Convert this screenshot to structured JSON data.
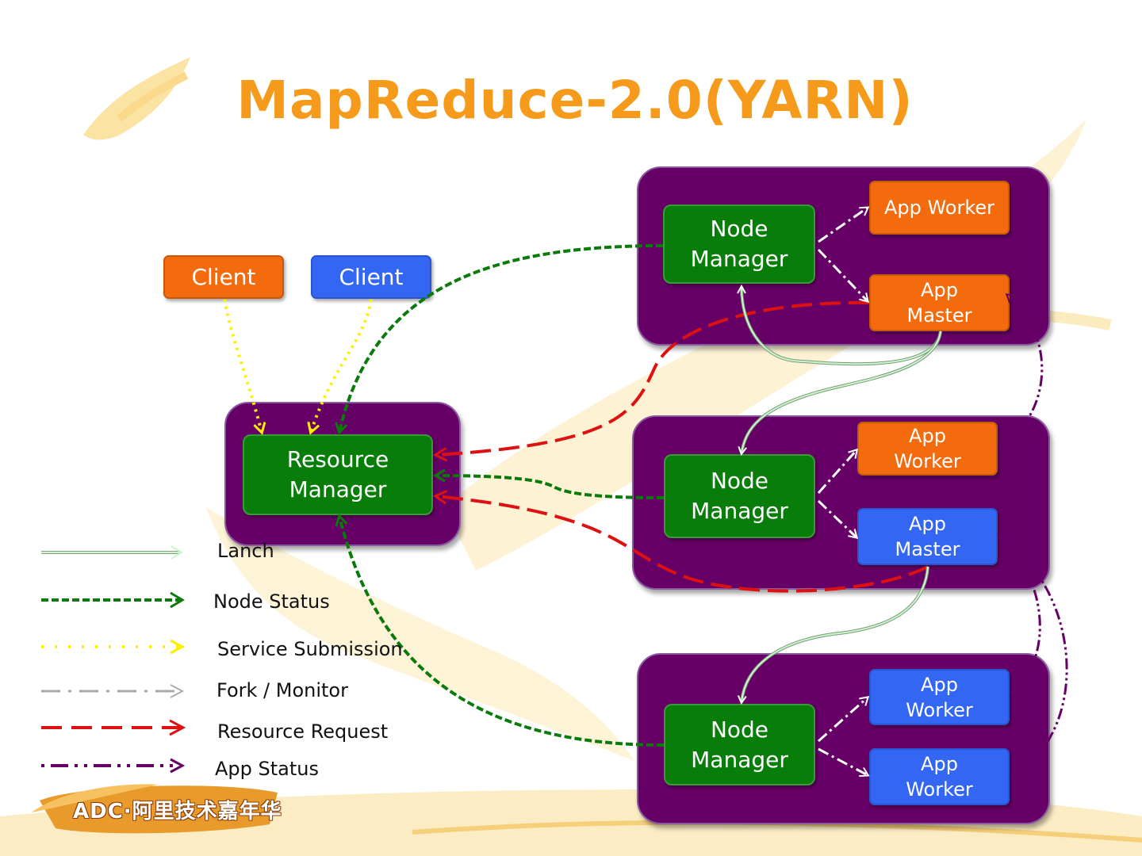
{
  "title": "MapReduce-2.0(YARN)",
  "colors": {
    "title": "#f59a1a",
    "panel": "#660066",
    "node_manager": "#087d0a",
    "orange_task": "#f36b0c",
    "blue_task": "#3366f2",
    "launch": "#c8f0c8",
    "node_status": "#0a7a0a",
    "service_submission": "#ffee00",
    "fork_monitor": "#aaaaaa",
    "resource_request": "#dd1111",
    "app_status": "#660066"
  },
  "clients": [
    {
      "label": "Client",
      "color": "orange"
    },
    {
      "label": "Client",
      "color": "blue"
    }
  ],
  "resource_manager": {
    "label": "Resource\nManager"
  },
  "nodes": [
    {
      "node_manager": "Node\nManager",
      "tasks": [
        {
          "label": "App Worker",
          "color": "orange"
        },
        {
          "label": "App\nMaster",
          "color": "orange"
        }
      ]
    },
    {
      "node_manager": "Node\nManager",
      "tasks": [
        {
          "label": "App\nWorker",
          "color": "orange"
        },
        {
          "label": "App\nMaster",
          "color": "blue"
        }
      ]
    },
    {
      "node_manager": "Node\nManager",
      "tasks": [
        {
          "label": "App\nWorker",
          "color": "blue"
        },
        {
          "label": "App\nWorker",
          "color": "blue"
        }
      ]
    }
  ],
  "legend": [
    {
      "label": "Lanch",
      "style": "launch"
    },
    {
      "label": "Node Status",
      "style": "node_status"
    },
    {
      "label": "Service Submission",
      "style": "service_submission"
    },
    {
      "label": "Fork / Monitor",
      "style": "fork_monitor"
    },
    {
      "label": "Resource Request",
      "style": "resource_request"
    },
    {
      "label": "App Status",
      "style": "app_status"
    }
  ],
  "logo": {
    "text": "ADC·阿里技术嘉年华"
  }
}
